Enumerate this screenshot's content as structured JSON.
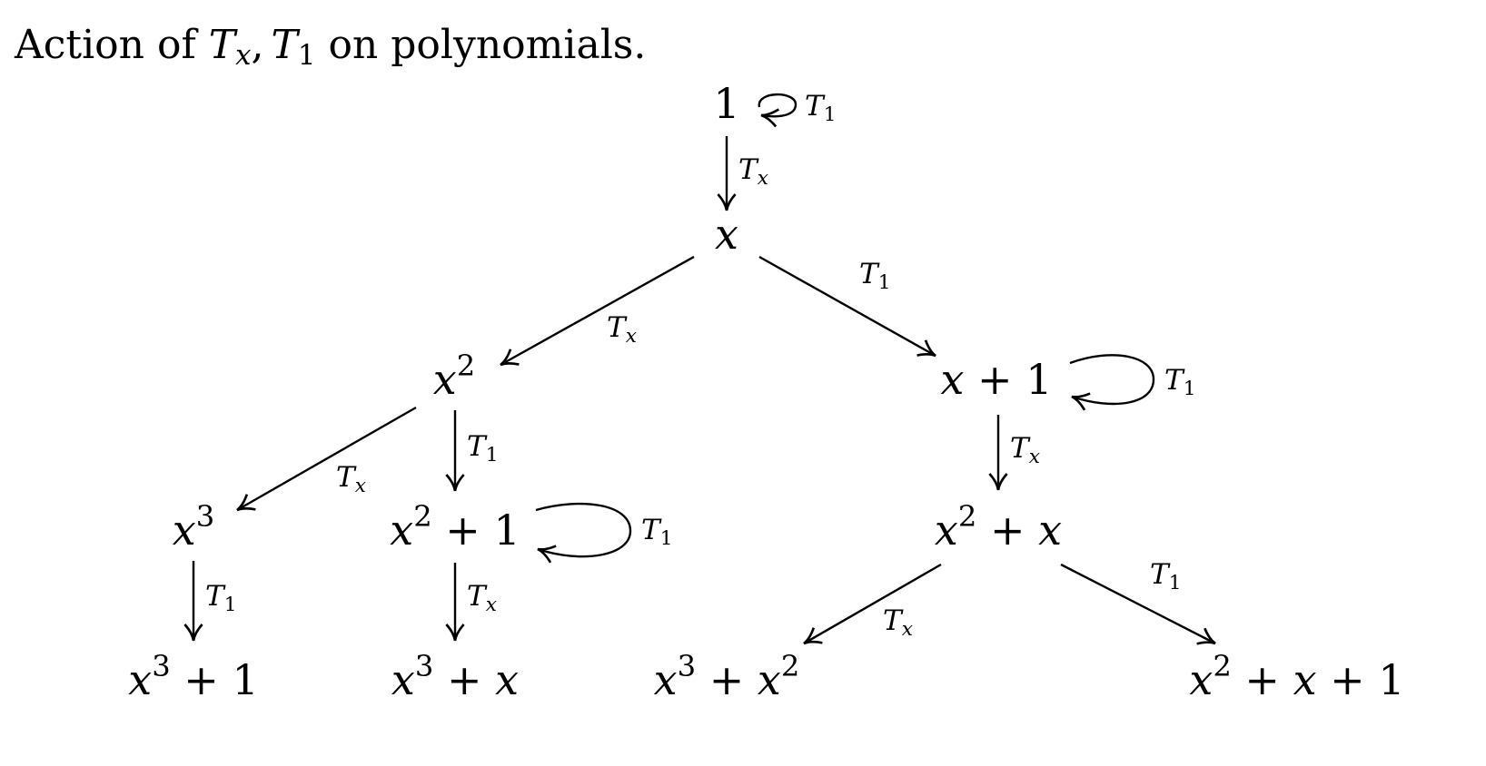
{
  "caption": {
    "prefix": "Action of ",
    "op_x_base": "T",
    "op_x_sub": "x",
    "comma": ",",
    "op_one_base": "T",
    "op_one_sub": "1",
    "suffix": " on polynomials."
  },
  "nodes": {
    "n1": {
      "t0": "1"
    },
    "nx": {
      "t0": "x"
    },
    "nx2": {
      "t0": "x",
      "s0": "2"
    },
    "nx1": {
      "t0": "x",
      "t1": " + 1"
    },
    "nx3": {
      "t0": "x",
      "s0": "3"
    },
    "nx21": {
      "t0": "x",
      "s0": "2",
      "t1": " + 1"
    },
    "nx2x": {
      "t0": "x",
      "s0": "2",
      "t1": " + ",
      "t2": "x"
    },
    "nx31": {
      "t0": "x",
      "s0": "3",
      "t1": " + 1"
    },
    "nx3x": {
      "t0": "x",
      "s0": "3",
      "t1": " + ",
      "t2": "x"
    },
    "nx3x2": {
      "t0": "x",
      "s0": "3",
      "t1": " + ",
      "t2": "x",
      "s1": "2"
    },
    "nx2x1": {
      "t0": "x",
      "s0": "2",
      "t1": " + ",
      "t2": "x",
      "t3": " + 1"
    }
  },
  "edge_labels": {
    "op_x": {
      "base": "T",
      "sub": "x"
    },
    "op_one": {
      "base": "T",
      "sub": "1"
    }
  }
}
